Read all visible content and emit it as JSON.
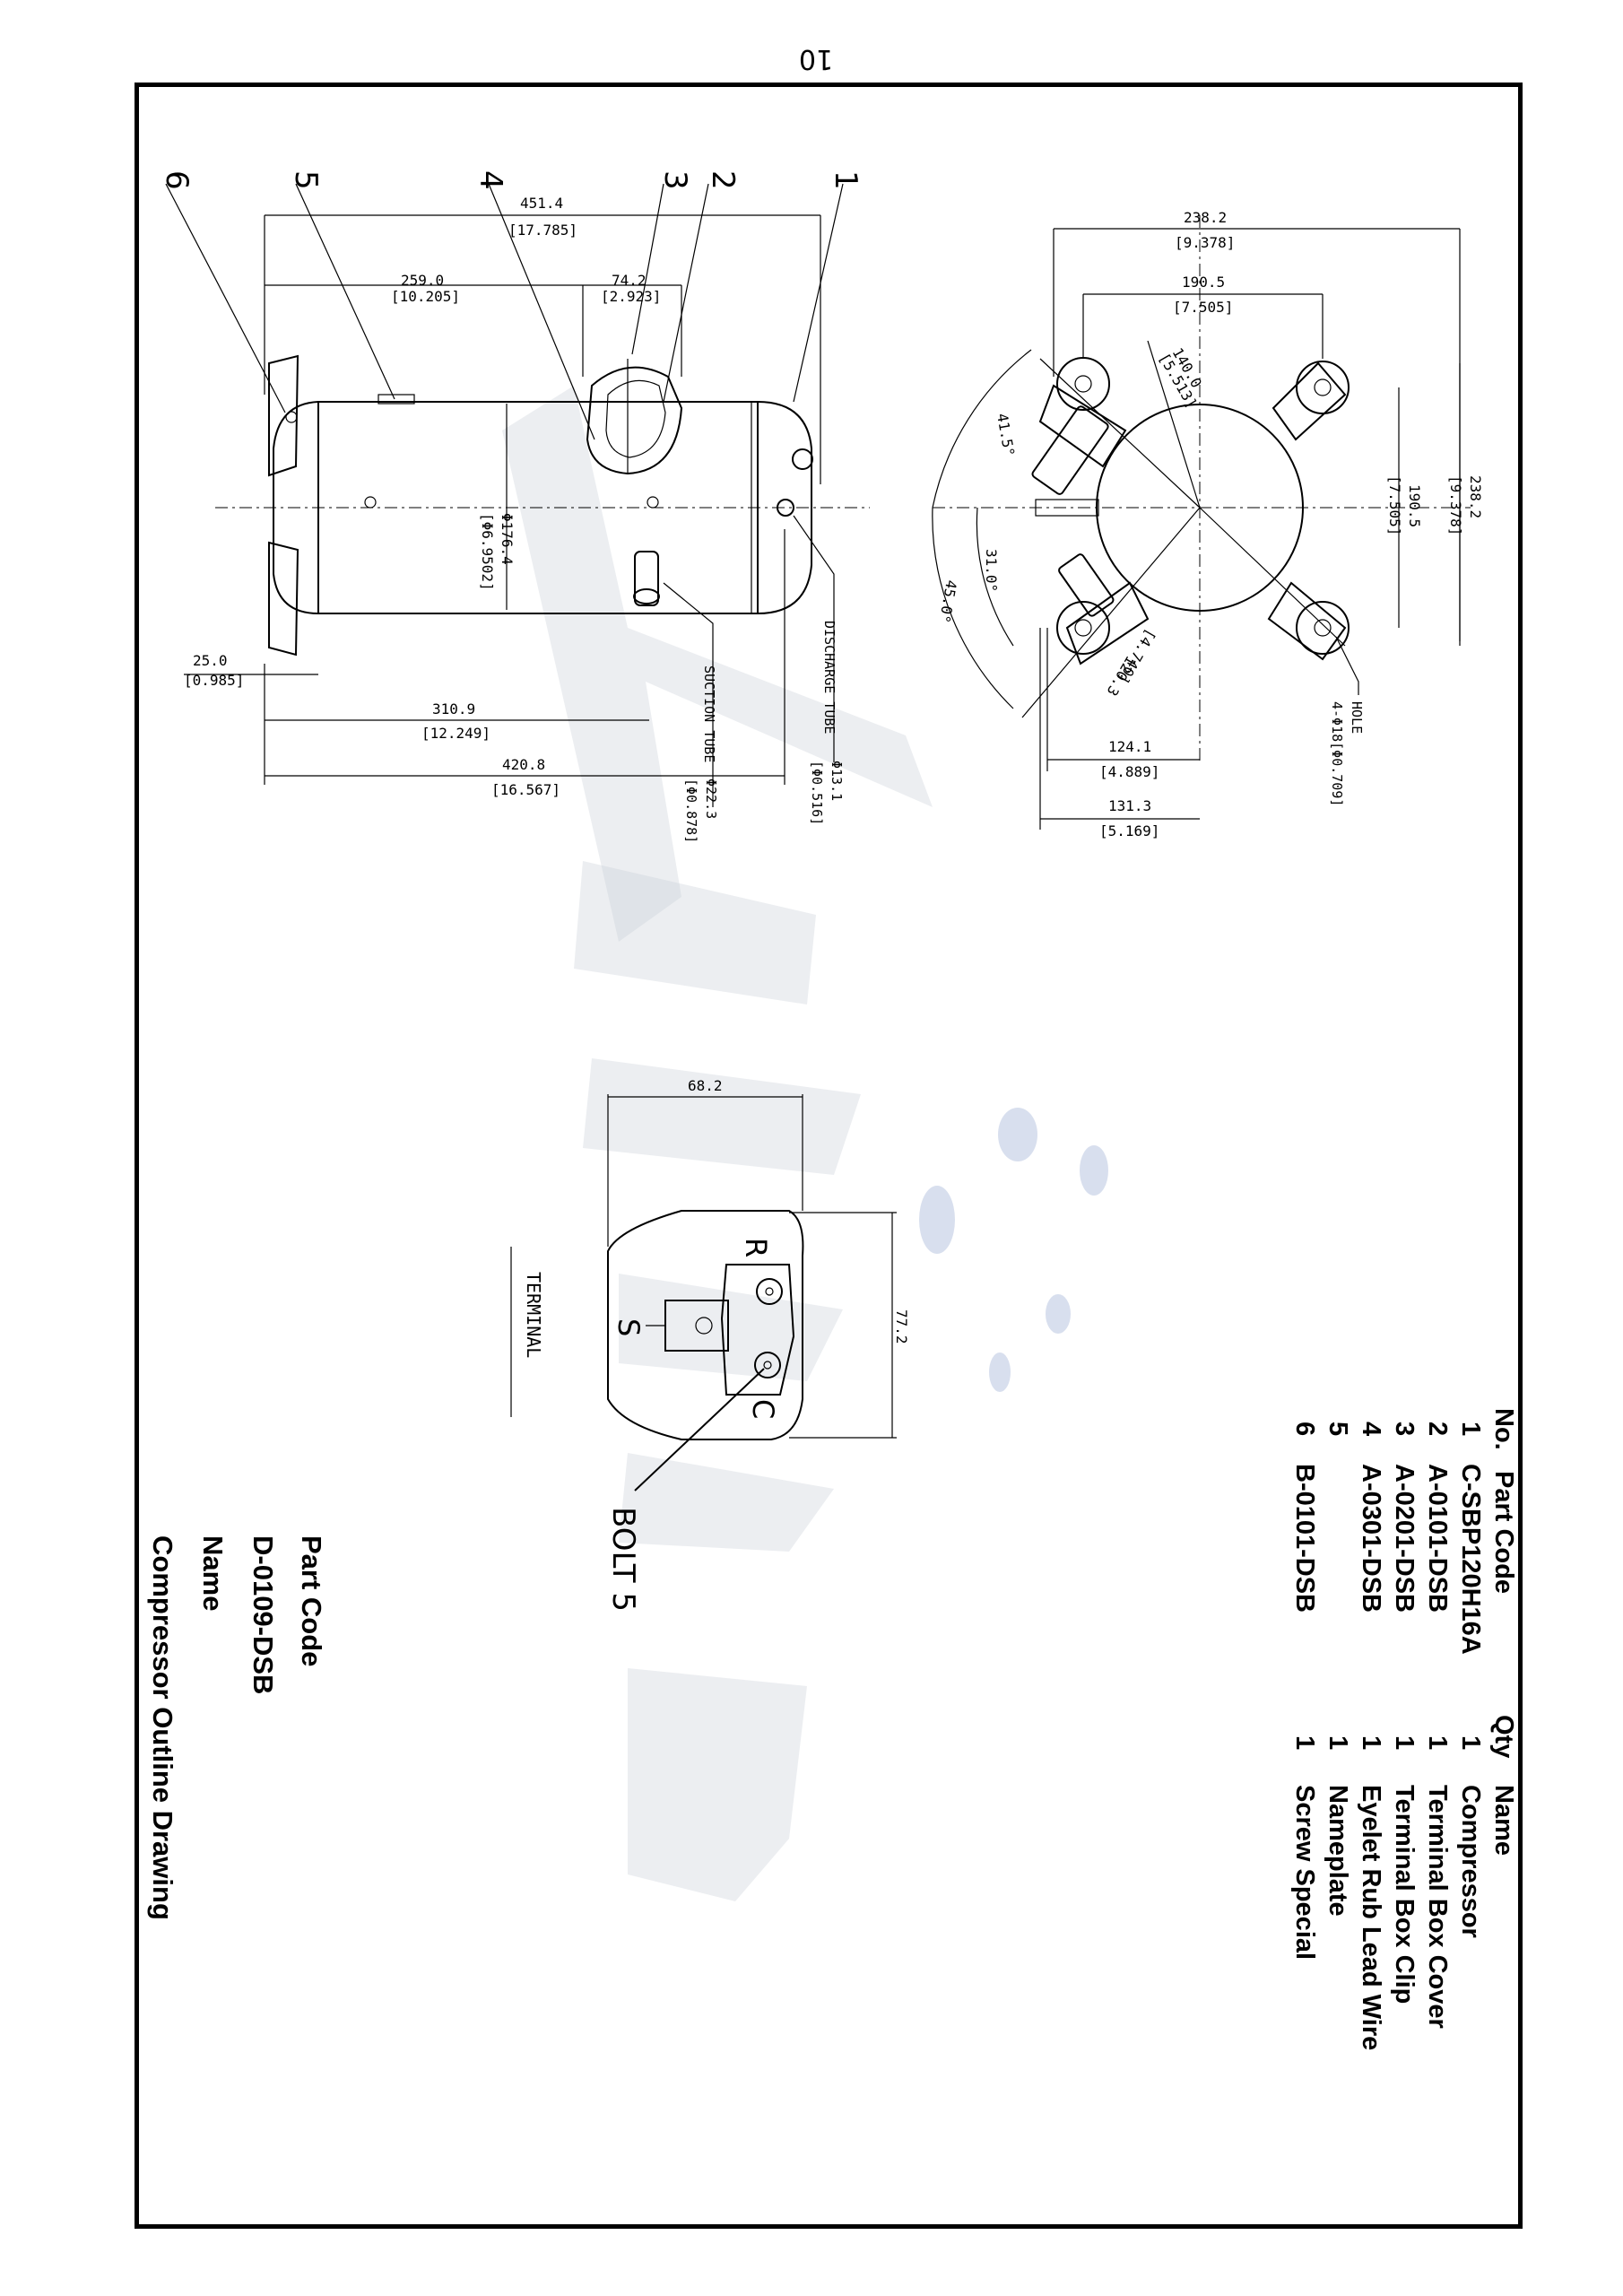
{
  "page_number": "10",
  "callouts": [
    "1",
    "2",
    "3",
    "4",
    "5",
    "6"
  ],
  "side_view": {
    "dims": [
      {
        "id": "overall_length",
        "mm": "451.4",
        "in": "[17.785]"
      },
      {
        "id": "tube_offset",
        "mm": "259.0",
        "in": "[10.205]"
      },
      {
        "id": "box_width",
        "mm": "74.2",
        "in": "[2.923]"
      },
      {
        "id": "foot_thickness",
        "mm": "25.0",
        "in": "[0.985]"
      },
      {
        "id": "suction_pos",
        "mm": "310.9",
        "in": "[12.249]"
      },
      {
        "id": "discharge_pos",
        "mm": "420.8",
        "in": "[16.567]"
      },
      {
        "id": "shell_diameter",
        "mm": "Φ176.4",
        "in": "[Φ6.9502]"
      }
    ],
    "discharge_label": "DISCHARGE TUBE",
    "discharge_mm": "Φ13.1",
    "discharge_in": "[Φ0.516]",
    "suction_label": "SUCTION TUBE",
    "suction_mm": "Φ22.3",
    "suction_in": "[Φ0.878]"
  },
  "top_view": {
    "dims": [
      {
        "id": "mount_outer",
        "mm": "238.2",
        "in": "[9.378]"
      },
      {
        "id": "mount_inner",
        "mm": "190.5",
        "in": "[7.505]"
      },
      {
        "id": "mount_diag",
        "mm": "140.0",
        "in": "[5.513]"
      },
      {
        "id": "side_outer",
        "mm": "238.2",
        "in": "[9.378]"
      },
      {
        "id": "side_inner",
        "mm": "190.5",
        "in": "[7.505]"
      },
      {
        "id": "offset_a",
        "mm": "124.1",
        "in": "[4.889]"
      },
      {
        "id": "offset_b",
        "mm": "131.3",
        "in": "[5.169]"
      },
      {
        "id": "offset_c",
        "mm": "120.3",
        "in": "[4.740]"
      }
    ],
    "angles": [
      "41.5°",
      "31.0°",
      "45.0°"
    ],
    "hole_label": "HOLE",
    "hole_spec": "4-Φ18[Φ0.709]"
  },
  "terminal": {
    "width": "68.2",
    "height": "77.2",
    "pin_r": "R",
    "pin_s": "S",
    "pin_c": "C",
    "title": "TERMINAL",
    "bolt": "BOLT 5"
  },
  "bom": {
    "headers": {
      "no": "No.",
      "code": "Part Code",
      "qty": "Qty",
      "name": "Name"
    },
    "rows": [
      {
        "no": "1",
        "code": "C-SBP120H16A",
        "qty": "1",
        "name": "Compressor"
      },
      {
        "no": "2",
        "code": "A-0101-DSB",
        "qty": "1",
        "name": "Terminal Box Cover"
      },
      {
        "no": "3",
        "code": "A-0201-DSB",
        "qty": "1",
        "name": "Terminal Box Clip"
      },
      {
        "no": "4",
        "code": "A-0301-DSB",
        "qty": "1",
        "name": "Eyelet Rub Lead Wire"
      },
      {
        "no": "5",
        "code": "",
        "qty": "1",
        "name": "Nameplate"
      },
      {
        "no": "6",
        "code": "B-0101-DSB",
        "qty": "1",
        "name": "Screw Special"
      }
    ]
  },
  "title_block": {
    "part_code_label": "Part Code",
    "part_code": "D-0109-DSB",
    "name_label": "Name",
    "name": "Compressor Outline Drawing"
  }
}
